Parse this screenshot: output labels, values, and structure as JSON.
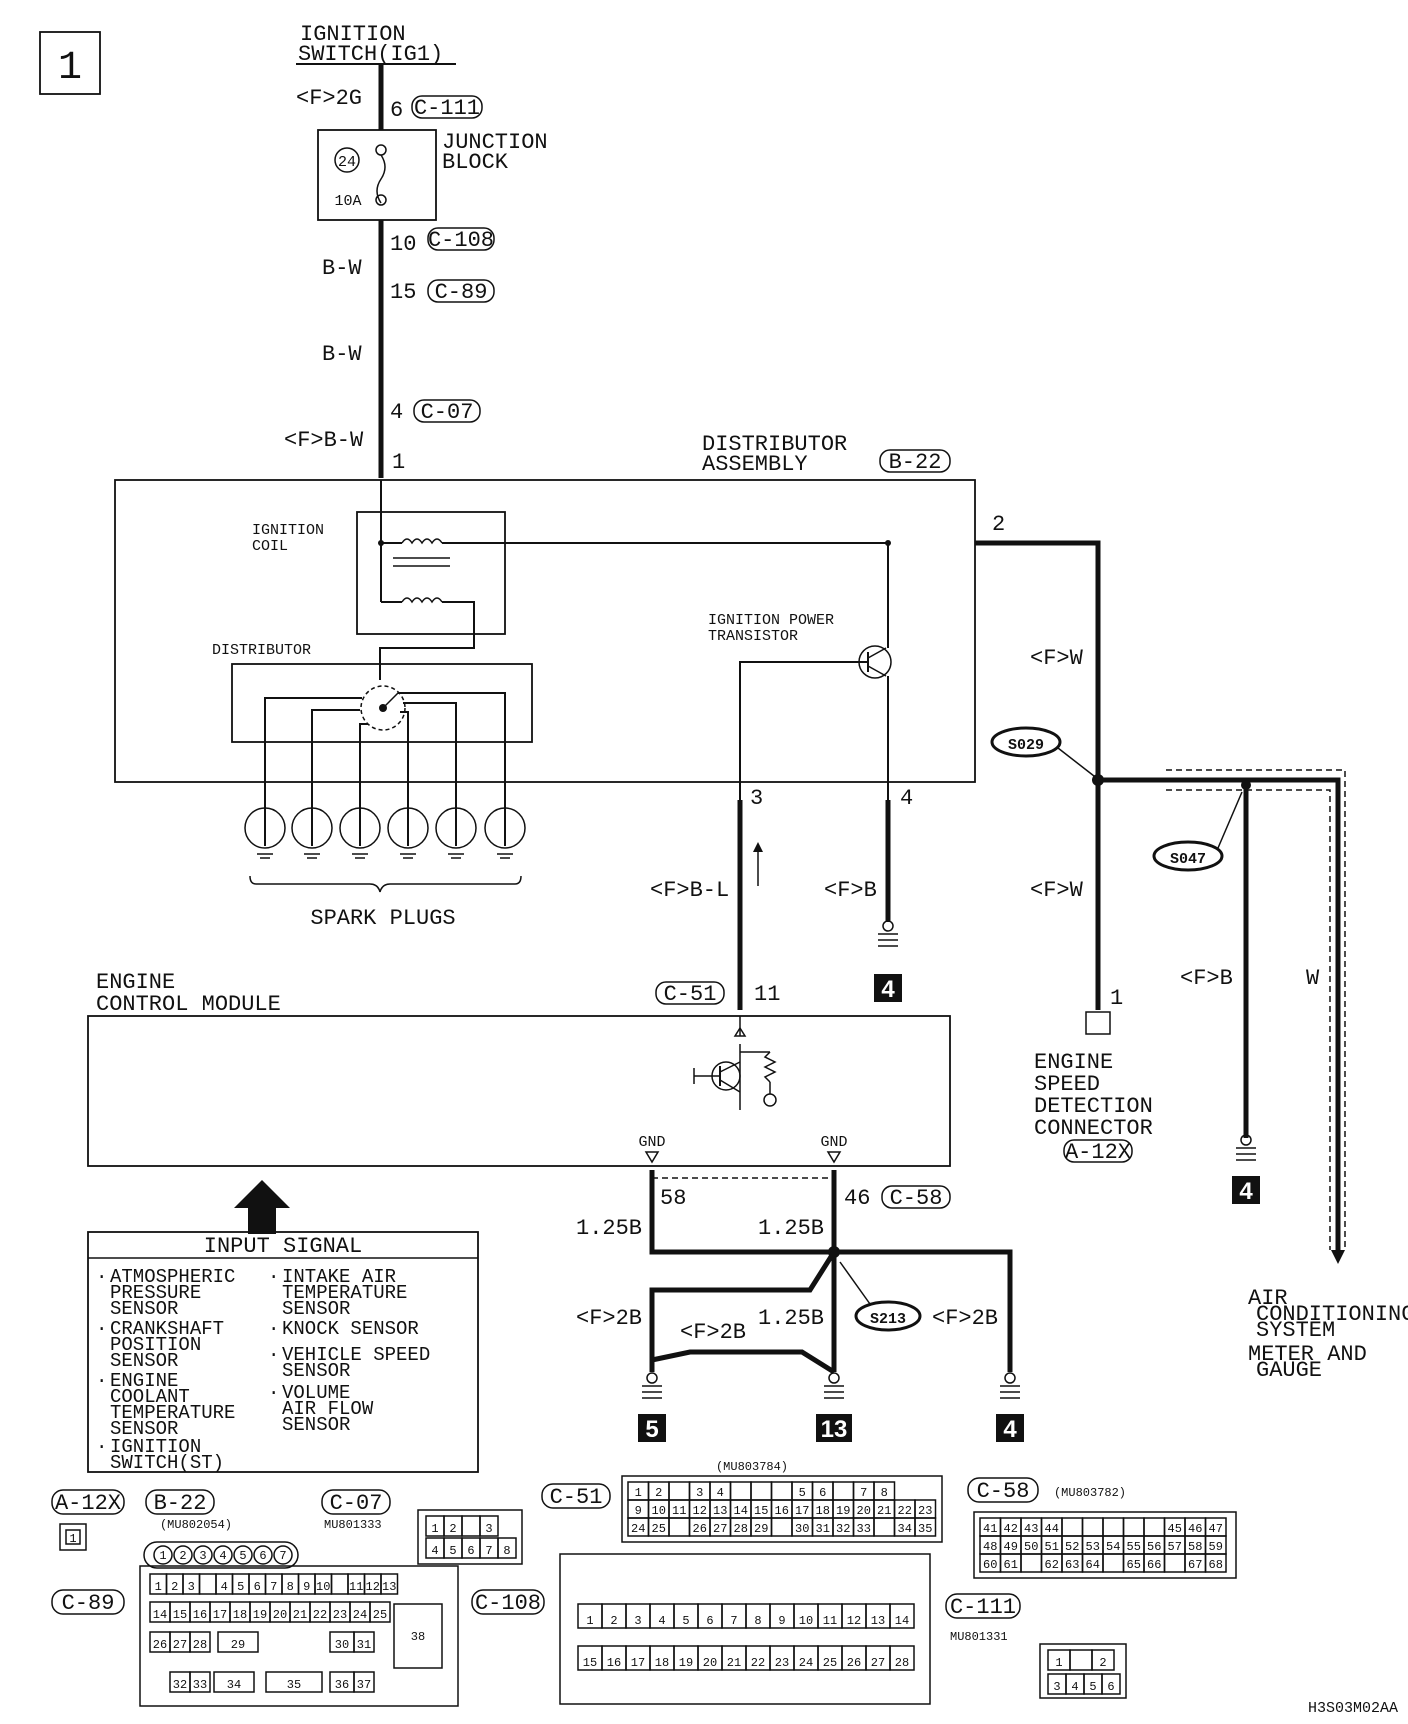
{
  "page_number": "1",
  "diagram_code": "H3S03M02AA",
  "top": {
    "ignition_switch": [
      "IGNITION",
      "SWITCH(IG1)"
    ],
    "f2g": "<F>2G",
    "pin6": "6",
    "c111": "C-111",
    "junction_block": [
      "JUNCTION",
      "BLOCK"
    ],
    "fuse_no": "24",
    "fuse_amp": "10A",
    "pin10": "10",
    "c108": "C-108",
    "bw1": "B-W",
    "pin15": "15",
    "c89": "C-89",
    "bw2": "B-W",
    "pin4": "4",
    "c07": "C-07",
    "fbw": "<F>B-W",
    "pin1": "1"
  },
  "distributor": {
    "title": [
      "DISTRIBUTOR",
      "ASSEMBLY"
    ],
    "connector": "B-22",
    "ignition_coil": [
      "IGNITION",
      "COIL"
    ],
    "distributor_label": "DISTRIBUTOR",
    "power_transistor": [
      "IGNITION POWER",
      "TRANSISTOR"
    ],
    "pin2": "2",
    "pin3": "3",
    "pin4": "4",
    "spark_plugs": "SPARK PLUGS"
  },
  "right": {
    "fw1": "<F>W",
    "s029": "S029",
    "s047": "S047",
    "fw2": "<F>W",
    "fb": "<F>B",
    "w": "W",
    "pin1": "1",
    "esd_connector": [
      "ENGINE",
      "SPEED",
      "DETECTION",
      "CONNECTOR"
    ],
    "a12x": "A-12X",
    "ground4": "4",
    "dest": [
      "AIR",
      "CONDITIONING",
      "SYSTEM",
      "METER AND",
      "GAUGE"
    ]
  },
  "ecm": {
    "title": [
      "ENGINE",
      "CONTROL MODULE"
    ],
    "fbl": "<F>B-L",
    "fb": "<F>B",
    "ground4": "4",
    "c51": "C-51",
    "pin11": "11",
    "gnd1": "GND",
    "gnd2": "GND",
    "pin58": "58",
    "pin46": "46",
    "c58": "C-58",
    "w125b1": "1.25B",
    "w125b2": "1.25B",
    "w125b3": "1.25B",
    "f2b1": "<F>2B",
    "f2b2": "<F>2B",
    "f2b3": "<F>2B",
    "s213": "S213",
    "ground5": "5",
    "ground13": "13",
    "ground4b": "4"
  },
  "input_signal": {
    "title": "INPUT SIGNAL",
    "left": [
      [
        "ATMOSPHERIC",
        "PRESSURE",
        "SENSOR"
      ],
      [
        "CRANKSHAFT",
        "POSITION",
        "SENSOR"
      ],
      [
        "ENGINE",
        "COOLANT",
        "TEMPERATURE",
        "SENSOR"
      ],
      [
        "IGNITION",
        "SWITCH(ST)"
      ]
    ],
    "right": [
      [
        "INTAKE AIR",
        "TEMPERATURE",
        "SENSOR"
      ],
      [
        "KNOCK SENSOR"
      ],
      [
        "VEHICLE SPEED",
        "SENSOR"
      ],
      [
        "VOLUME",
        "AIR FLOW",
        "SENSOR"
      ]
    ]
  },
  "connectors": {
    "a12x": {
      "label": "A-12X",
      "pins": [
        "1"
      ]
    },
    "b22": {
      "label": "B-22",
      "part": "(MU802054)",
      "pins": [
        "1",
        "2",
        "3",
        "4",
        "5",
        "6",
        "7"
      ]
    },
    "c07": {
      "label": "C-07",
      "part": "MU801333",
      "row1": [
        "1",
        "2",
        "",
        "3"
      ],
      "row2": [
        "4",
        "5",
        "6",
        "7",
        "8"
      ]
    },
    "c51": {
      "label": "C-51",
      "part": "(MU803784)",
      "row1": [
        "1",
        "2",
        "",
        "3",
        "4",
        "",
        "",
        "",
        "5",
        "6",
        "",
        "7",
        "8"
      ],
      "row2": [
        "9",
        "10",
        "11",
        "12",
        "13",
        "14",
        "15",
        "16",
        "17",
        "18",
        "19",
        "20",
        "21",
        "22",
        "23"
      ],
      "row3": [
        "24",
        "25",
        "",
        "26",
        "27",
        "28",
        "29",
        "",
        "30",
        "31",
        "32",
        "33",
        "",
        "34",
        "35"
      ]
    },
    "c58": {
      "label": "C-58",
      "part": "(MU803782)",
      "row1": [
        "41",
        "42",
        "43",
        "44",
        "",
        "",
        "",
        "",
        "",
        "45",
        "46",
        "47"
      ],
      "row2": [
        "48",
        "49",
        "50",
        "51",
        "52",
        "53",
        "54",
        "55",
        "56",
        "57",
        "58",
        "59"
      ],
      "row3": [
        "60",
        "61",
        "",
        "62",
        "63",
        "64",
        "",
        "65",
        "66",
        "",
        "67",
        "68"
      ]
    },
    "c89": {
      "label": "C-89",
      "row1": [
        "1",
        "2",
        "3",
        "",
        "4",
        "5",
        "6",
        "7",
        "8",
        "9",
        "10",
        "",
        "11",
        "12",
        "13"
      ],
      "row2": [
        "14",
        "15",
        "16",
        "17",
        "18",
        "19",
        "20",
        "21",
        "22",
        "23",
        "24",
        "25"
      ],
      "row3": [
        "26",
        "27",
        "28",
        "29",
        "30",
        "31"
      ],
      "row4": [
        "32",
        "33",
        "34",
        "35",
        "36",
        "37"
      ],
      "big": "38"
    },
    "c108": {
      "label": "C-108",
      "row1": [
        "1",
        "2",
        "3",
        "4",
        "5",
        "6",
        "7",
        "8",
        "9",
        "10",
        "11",
        "12",
        "13",
        "14"
      ],
      "row2": [
        "15",
        "16",
        "17",
        "18",
        "19",
        "20",
        "21",
        "22",
        "23",
        "24",
        "25",
        "26",
        "27",
        "28"
      ]
    },
    "c111": {
      "label": "C-111",
      "part": "MU801331",
      "row1": [
        "1",
        "",
        "2"
      ],
      "row2": [
        "3",
        "4",
        "5",
        "6"
      ]
    }
  }
}
